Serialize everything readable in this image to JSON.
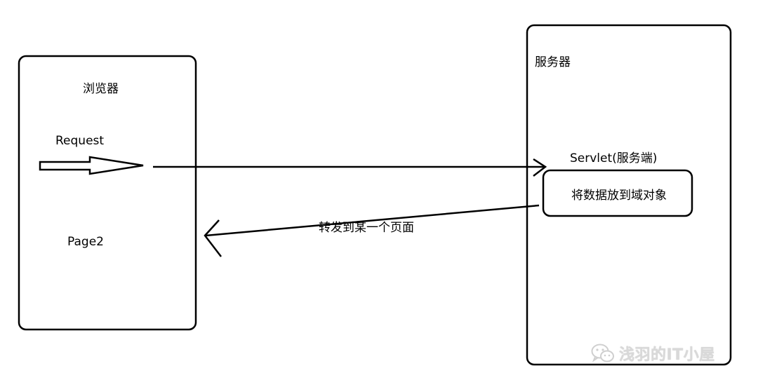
{
  "browser": {
    "title": "浏览器",
    "request_label": "Request",
    "page_label": "Page2"
  },
  "server": {
    "title": "服务器",
    "servlet_label": "Servlet(服务端)",
    "action_label": "将数据放到域对象"
  },
  "arrows": {
    "forward_label": "转发到某一个页面"
  },
  "watermark": {
    "text": "浅羽的IT小屋",
    "icon": "wechat-icon"
  },
  "colors": {
    "stroke": "#000000",
    "watermark": "#d9d9d9"
  }
}
